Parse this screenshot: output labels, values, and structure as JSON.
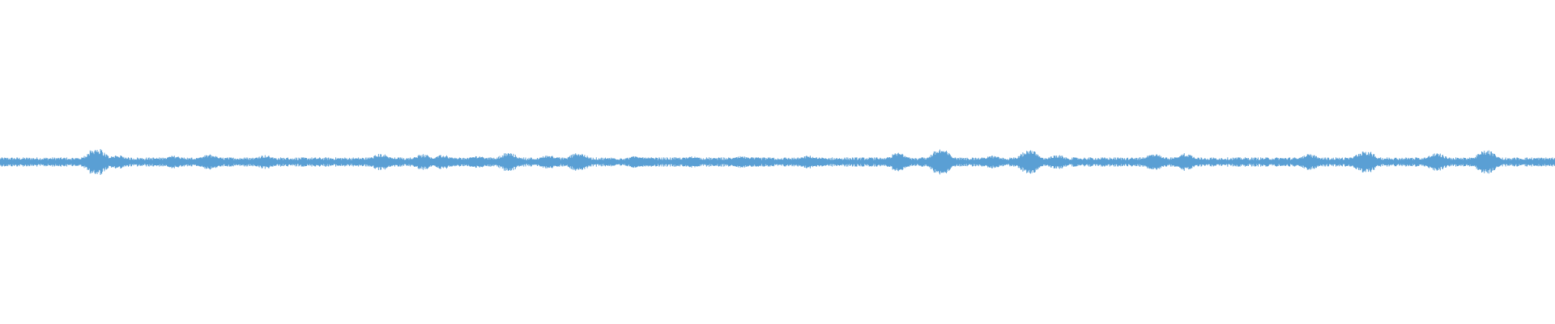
{
  "waveform": {
    "color": "#5a9fd4",
    "samples": 2400,
    "baseline_amplitude": 0.012,
    "bursts": [
      {
        "t": 0.062,
        "amp": 0.045
      },
      {
        "t": 0.075,
        "amp": 0.022
      },
      {
        "t": 0.112,
        "amp": 0.02
      },
      {
        "t": 0.135,
        "amp": 0.024
      },
      {
        "t": 0.17,
        "amp": 0.022
      },
      {
        "t": 0.245,
        "amp": 0.026
      },
      {
        "t": 0.272,
        "amp": 0.025
      },
      {
        "t": 0.285,
        "amp": 0.022
      },
      {
        "t": 0.307,
        "amp": 0.02
      },
      {
        "t": 0.327,
        "amp": 0.03
      },
      {
        "t": 0.353,
        "amp": 0.022
      },
      {
        "t": 0.372,
        "amp": 0.03
      },
      {
        "t": 0.41,
        "amp": 0.02
      },
      {
        "t": 0.445,
        "amp": 0.018
      },
      {
        "t": 0.477,
        "amp": 0.018
      },
      {
        "t": 0.52,
        "amp": 0.02
      },
      {
        "t": 0.578,
        "amp": 0.03
      },
      {
        "t": 0.605,
        "amp": 0.042
      },
      {
        "t": 0.638,
        "amp": 0.02
      },
      {
        "t": 0.662,
        "amp": 0.038
      },
      {
        "t": 0.68,
        "amp": 0.022
      },
      {
        "t": 0.742,
        "amp": 0.026
      },
      {
        "t": 0.762,
        "amp": 0.028
      },
      {
        "t": 0.842,
        "amp": 0.025
      },
      {
        "t": 0.878,
        "amp": 0.038
      },
      {
        "t": 0.924,
        "amp": 0.028
      },
      {
        "t": 0.956,
        "amp": 0.038
      }
    ]
  }
}
